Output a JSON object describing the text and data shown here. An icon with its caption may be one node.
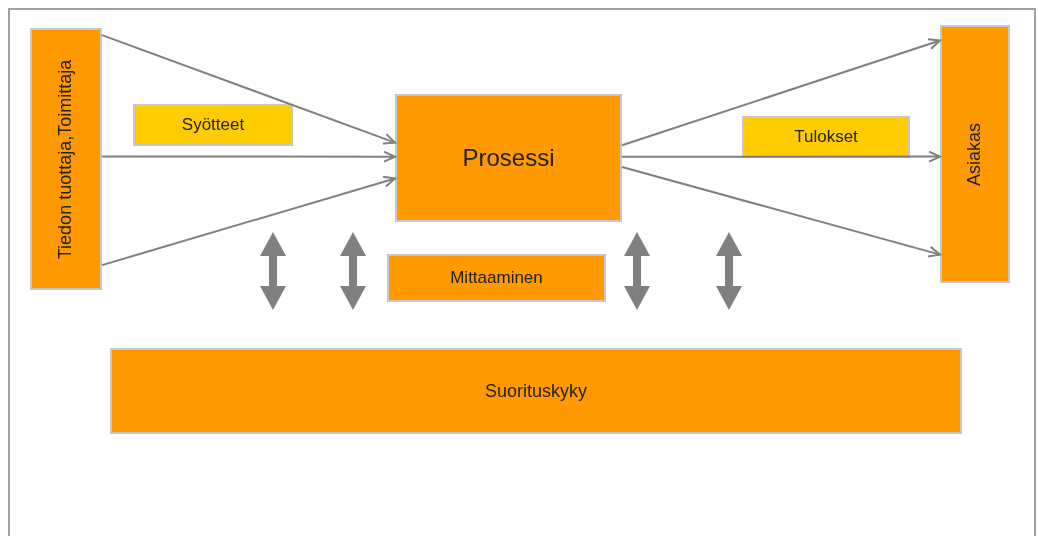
{
  "diagram": {
    "nodes": [
      {
        "text": [
          "Tiedon tuottaja,Toimittaja"
        ]
      },
      {
        "text": [
          "Syötteet"
        ]
      },
      {
        "text": [
          "Prosessi"
        ]
      },
      {
        "text": [
          "Tulokset"
        ]
      },
      {
        "text": [
          "Asiakas"
        ]
      },
      {
        "text": [
          "Mittaaminen"
        ]
      },
      {
        "text": [
          "Suorituskyky"
        ]
      }
    ],
    "edges": [
      {
        "from": 0,
        "to": 2,
        "arrow": "to"
      },
      {
        "from": 0,
        "to": 2,
        "arrow": "to"
      },
      {
        "from": 0,
        "to": 2,
        "arrow": "to"
      },
      {
        "from": 2,
        "to": 4,
        "arrow": "to"
      },
      {
        "from": 2,
        "to": 4,
        "arrow": "to"
      },
      {
        "from": 2,
        "to": 4,
        "arrow": "to"
      }
    ]
  }
}
